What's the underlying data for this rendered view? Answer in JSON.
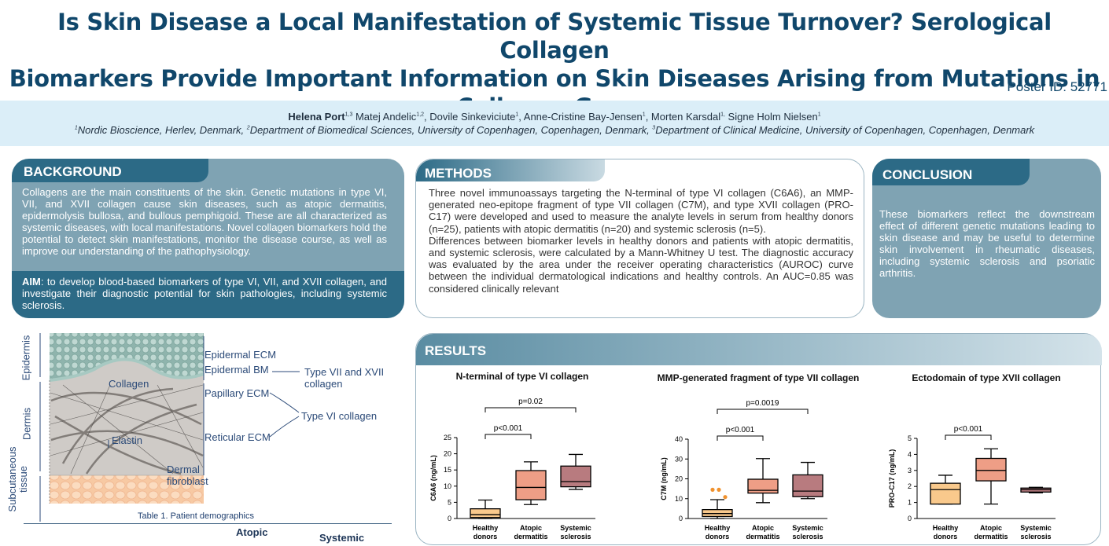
{
  "poster": {
    "title_lines": [
      "Is Skin Disease a Local Manifestation of Systemic Tissue Turnover? Serological Collagen",
      "Biomarkers Provide Important Information on Skin Diseases Arising from Mutations in",
      "Collagen Genes"
    ],
    "poster_id": "Poster ID: 52771",
    "authors": {
      "first": "Helena Port",
      "first_sup": "1,3",
      "rest": [
        {
          "name": " Matej Andelic",
          "sup": "1,2"
        },
        {
          "name": ", Dovile Sinkeviciute",
          "sup": "1"
        },
        {
          "name": ", Anne-Cristine Bay-Jensen",
          "sup": "1"
        },
        {
          "name": ", Morten Karsdal",
          "sup": "1,"
        },
        {
          "name": " Signe Holm Nielsen",
          "sup": "1"
        }
      ]
    },
    "affiliations": [
      {
        "sup": "1",
        "text": "Nordic Bioscience, Herlev, Denmark, "
      },
      {
        "sup": "2",
        "text": "Department of Biomedical Sciences, University of Copenhagen, Copenhagen, Denmark, "
      },
      {
        "sup": "3",
        "text": "Department of Clinical Medicine, University of Copenhagen, Copenhagen, Denmark"
      }
    ]
  },
  "background": {
    "heading": "BACKGROUND",
    "text": "Collagens are the main constituents of the skin. Genetic mutations in type VI, VII, and XVII collagen cause skin diseases, such as atopic dermatitis, epidermolysis bullosa, and bullous pemphigoid. These are all characterized as systemic diseases, with local manifestations. Novel collagen biomarkers hold the potential to detect skin manifestations, monitor the disease course, as well as improve our understanding of the pathophysiology.",
    "aim_label": "AIM",
    "aim_text": ": to develop blood-based biomarkers of type VI, VII, and XVII collagen, and investigate their diagnostic potential for skin pathologies, including systemic sclerosis."
  },
  "methods": {
    "heading": "METHODS",
    "para1": "Three novel immunoassays targeting the N-terminal of type VI collagen (C6A6), an MMP-generated neo-epitope fragment of type VII collagen (C7M), and type XVII collagen (PRO-C17) were developed and used to measure the analyte levels in serum from healthy donors (n=25), patients with atopic dermatitis (n=20) and systemic sclerosis (n=5).",
    "para2": "Differences between biomarker levels in healthy donors and patients with atopic dermatitis, and systemic sclerosis, were calculated by a Mann-Whitney U test. The diagnostic accuracy was evaluated by the area under the receiver operating characteristics (AUROC) curve between the individual dermatological indications and healthy controls. An AUC=0.85 was considered clinically relevant"
  },
  "conclusion": {
    "heading": "CONCLUSION",
    "text": "These biomarkers reflect the downstream effect of different genetic mutations leading to skin disease and may be useful to determine skin involvement in rheumatic diseases, including systemic sclerosis and psoriatic arthritis."
  },
  "skin_figure": {
    "layers": {
      "epidermis": "Epidermis",
      "dermis": "Dermis",
      "subcutaneous": "Subcutaneous tissue"
    },
    "labels": {
      "epidermal_ecm": "Epidermal ECM",
      "epidermal_bm": "Epidermal BM",
      "type_vii_xvii": "Type VII and XVII collagen",
      "collagen": "Collagen",
      "papillary_ecm": "Papillary ECM",
      "type_vi": "Type VI collagen",
      "elastin": "Elastin",
      "reticular_ecm": "Reticular ECM",
      "dermal_fibroblast": "Dermal fibroblast"
    },
    "table_caption": "Table 1. Patient demographics",
    "table_header_partial": [
      "Atopic",
      "Systemic"
    ]
  },
  "results": {
    "heading": "RESULTS"
  },
  "chart_data": [
    {
      "type": "box",
      "title": "N-terminal of type VI collagen",
      "ylabel": "C6A6 (ng/mL)",
      "ylim": [
        0,
        25
      ],
      "yticks": [
        0,
        5,
        10,
        15,
        20,
        25
      ],
      "categories": [
        "Healthy donors",
        "Atopic dermatitis",
        "Systemic sclerosis"
      ],
      "colors": [
        "#f9c98c",
        "#ee9e86",
        "#b87b7f"
      ],
      "boxes": [
        {
          "min": 0,
          "q1": 0.3,
          "median": 1.2,
          "q3": 3.0,
          "max": 5.7,
          "outliers": []
        },
        {
          "min": 4.3,
          "q1": 5.8,
          "median": 9.6,
          "q3": 14.8,
          "max": 17.5,
          "outliers": []
        },
        {
          "min": 9.0,
          "q1": 9.8,
          "median": 11.4,
          "q3": 16.2,
          "max": 19.8,
          "outliers": []
        }
      ],
      "comparisons": [
        {
          "from": 0,
          "to": 1,
          "label": "p<0.001",
          "level": 1
        },
        {
          "from": 0,
          "to": 2,
          "label": "p=0.02",
          "level": 2
        }
      ]
    },
    {
      "type": "box",
      "title": "MMP-generated fragment of type VII collagen",
      "ylabel": "C7M (ng/mL)",
      "ylim": [
        0,
        40
      ],
      "yticks": [
        0,
        10,
        20,
        30,
        40
      ],
      "categories": [
        "Healthy donors",
        "Atopic dermatitis",
        "Systemic sclerosis"
      ],
      "colors": [
        "#f9c98c",
        "#ee9e86",
        "#b87b7f"
      ],
      "boxes": [
        {
          "min": 0,
          "q1": 1.0,
          "median": 2.5,
          "q3": 4.5,
          "max": 9.5,
          "outliers": [
            14.5,
            14.5,
            12.0
          ]
        },
        {
          "min": 8.0,
          "q1": 12.8,
          "median": 14.2,
          "q3": 19.8,
          "max": 30.2,
          "outliers": []
        },
        {
          "min": 10.0,
          "q1": 11.0,
          "median": 13.8,
          "q3": 22.0,
          "max": 28.3,
          "outliers": []
        }
      ],
      "comparisons": [
        {
          "from": 0,
          "to": 1,
          "label": "p<0.001",
          "level": 1
        },
        {
          "from": 0,
          "to": 2,
          "label": "p=0.0019",
          "level": 2
        }
      ]
    },
    {
      "type": "box",
      "title": "Ectodomain of type XVII collagen",
      "ylabel": "PRO-C17 (ng/mL)",
      "ylim": [
        0,
        5
      ],
      "yticks": [
        0,
        1,
        2,
        3,
        4,
        5
      ],
      "categories": [
        "Healthy donors",
        "Atopic dermatitis",
        "Systemic sclerosis"
      ],
      "colors": [
        "#f9c98c",
        "#ee9e86",
        "#b87b7f"
      ],
      "boxes": [
        {
          "min": 0.9,
          "q1": 0.9,
          "median": 1.8,
          "q3": 2.2,
          "max": 2.7,
          "outliers": []
        },
        {
          "min": 0.9,
          "q1": 2.35,
          "median": 3.0,
          "q3": 3.75,
          "max": 4.35,
          "outliers": []
        },
        {
          "min": 1.6,
          "q1": 1.65,
          "median": 1.8,
          "q3": 1.9,
          "max": 1.95,
          "outliers": []
        }
      ],
      "comparisons": [
        {
          "from": 0,
          "to": 1,
          "label": "p<0.001",
          "level": 1
        }
      ]
    }
  ]
}
